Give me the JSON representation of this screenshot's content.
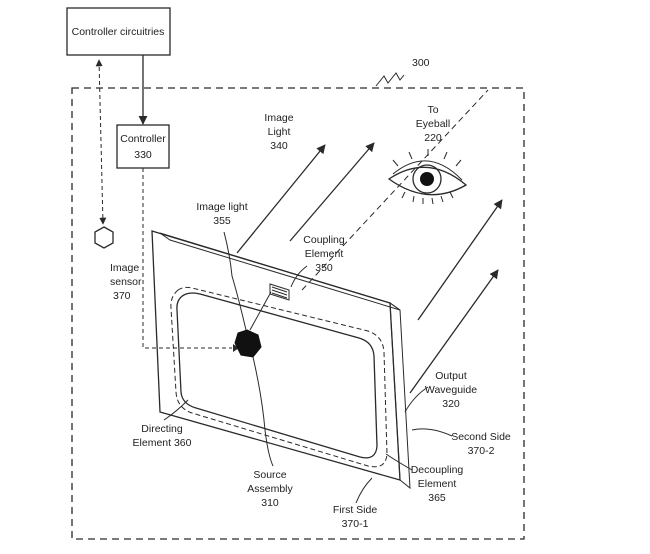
{
  "figure_number": "300",
  "boxes": {
    "controller_circuitries": "Controller circuitries",
    "controller": {
      "line1": "Controller",
      "line2": "330"
    }
  },
  "labels": {
    "image_light_340": [
      "Image",
      "Light",
      "340"
    ],
    "to_eyeball": [
      "To",
      "Eyeball",
      "220"
    ],
    "image_light_355": [
      "Image light",
      "355"
    ],
    "coupling_element": [
      "Coupling",
      "Element",
      "350"
    ],
    "image_sensor": [
      "Image",
      "sensor",
      "370"
    ],
    "output_waveguide": [
      "Output",
      "Waveguide",
      "320"
    ],
    "second_side": [
      "Second Side",
      "370-2"
    ],
    "directing_element": [
      "Directing",
      "Element 360"
    ],
    "decoupling_element": [
      "Decoupling",
      "Element",
      "365"
    ],
    "source_assembly": [
      "Source",
      "Assembly",
      "310"
    ],
    "first_side": [
      "First Side",
      "370-1"
    ]
  },
  "colors": {
    "line": "#2a2a2a",
    "hatch": "#555555",
    "hatch_bg": "#f4f4f4",
    "source_fill": "#111111"
  }
}
